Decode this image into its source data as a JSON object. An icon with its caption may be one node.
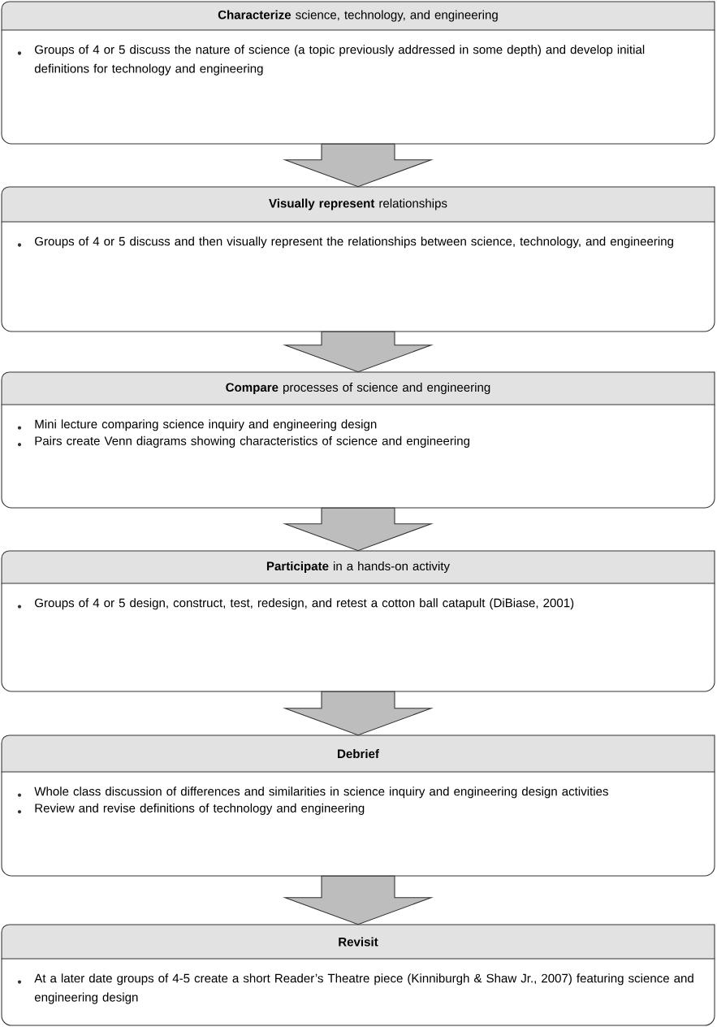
{
  "diagram": {
    "nodes": [
      {
        "text": [
          "**Characterize** science, technology, and engineering",
          "Groups of 4 or 5 discuss the nature of science (a topic previously addressed in some depth) and develop initial definitions for technology and engineering"
        ]
      },
      {
        "text": [
          "**Visually represent** relationships",
          "Groups of 4 or 5 discuss and then visually represent the relationships between science, technology, and engineering"
        ]
      },
      {
        "text": [
          "**Compare** processes of science and engineering",
          "Mini lecture comparing science inquiry and engineering design",
          "Pairs create Venn diagrams showing characteristics of science and engineering"
        ]
      },
      {
        "text": [
          "**Participate** in a hands-on activity",
          "Groups of 4 or 5 design, construct, test, redesign, and retest a cotton ball catapult (DiBiase, 2001)"
        ]
      },
      {
        "text": [
          "Debrief",
          "Whole class discussion of differences and similarities in science inquiry and engineering design activities",
          "Review and revise definitions of technology and engineering"
        ]
      },
      {
        "text": [
          "Revisit",
          "At a later date groups of 4-5 create a short Reader’s Theatre piece (Kinniburgh & Shaw Jr., 2007) featuring science and engineering design"
        ]
      }
    ],
    "edges": [
      {
        "from": 0,
        "to": 1,
        "arrow": "to"
      },
      {
        "from": 1,
        "to": 2,
        "arrow": "to"
      },
      {
        "from": 2,
        "to": 3,
        "arrow": "to"
      },
      {
        "from": 3,
        "to": 4,
        "arrow": "to"
      },
      {
        "from": 4,
        "to": 5,
        "arrow": "to"
      }
    ]
  }
}
